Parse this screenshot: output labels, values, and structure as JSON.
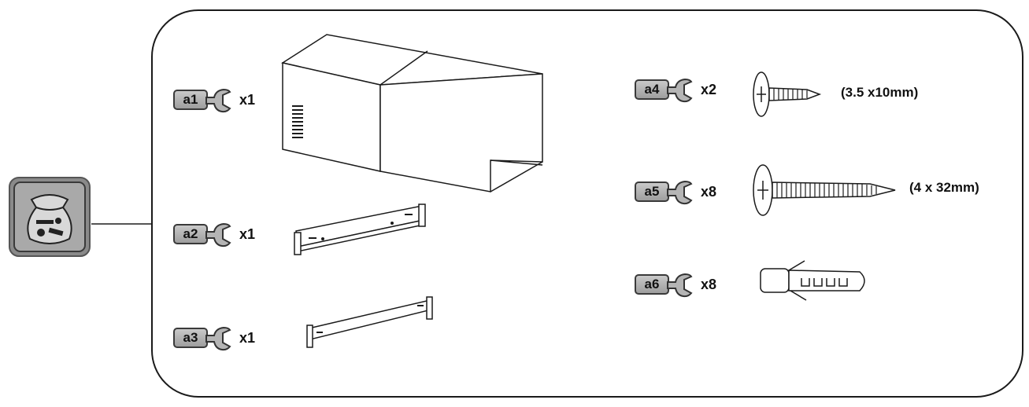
{
  "parts": [
    {
      "id": "a1",
      "qty": "x1",
      "dimension": ""
    },
    {
      "id": "a2",
      "qty": "x1",
      "dimension": ""
    },
    {
      "id": "a3",
      "qty": "x1",
      "dimension": ""
    },
    {
      "id": "a4",
      "qty": "x2",
      "dimension": "(3.5 x10mm)"
    },
    {
      "id": "a5",
      "qty": "x8",
      "dimension": "(4 x 32mm)"
    },
    {
      "id": "a6",
      "qty": "x8",
      "dimension": ""
    }
  ],
  "icons": {
    "bag": "hardware-bag-icon",
    "tool": "wrench-icon"
  },
  "colors": {
    "badge_fill": "#b5b5b5",
    "line": "#1a1a1a"
  }
}
